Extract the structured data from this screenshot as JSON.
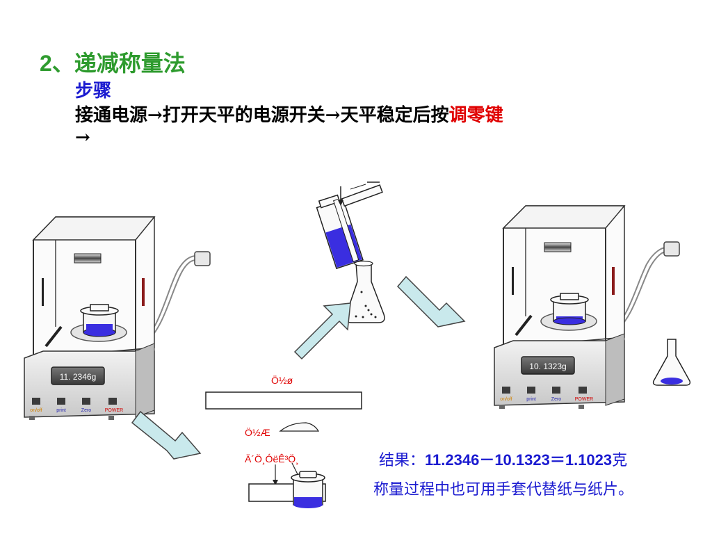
{
  "title": {
    "number": "2",
    "text": "、递减称量法"
  },
  "subtitle": "步骤",
  "steps": {
    "main": "接通电源→打开天平的电源开关→天平稳定后按",
    "highlight": "调零键",
    "cont": "→"
  },
  "balance_left": {
    "display": "11. 2346g",
    "buttons": [
      "on/off",
      "print",
      "Zero",
      "POWER"
    ]
  },
  "balance_right": {
    "display": "10. 1323g",
    "buttons": [
      "on/off",
      "print",
      "Zero",
      "POWER"
    ]
  },
  "garbled_labels": {
    "label1": "Ö½ø",
    "label2": "Ö½Æ",
    "label3": "Ä´Ö¸ÓëÊ³Ö¸"
  },
  "result": {
    "prefix": "结果：",
    "expression": "11.2346－10.1323＝1.1023",
    "unit": "克"
  },
  "note": "称量过程中也可用手套代替纸与纸片。",
  "colors": {
    "title": "#2e9b2e",
    "subtitle": "#1a1ad0",
    "highlight": "#e00000",
    "arrow_fill": "#c9e9ec",
    "powder": "#3a2ee0"
  }
}
